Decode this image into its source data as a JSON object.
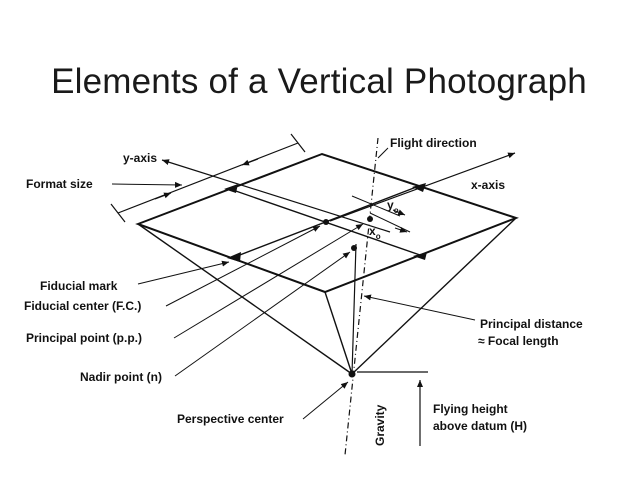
{
  "title": "Elements of a Vertical Photograph",
  "labels": {
    "y_axis": "y-axis",
    "flight_direction": "Flight direction",
    "format_size": "Format size",
    "x_axis": "x-axis",
    "y_o": "y",
    "x_o": "x",
    "sub_o": "o",
    "fiducial_mark": "Fiducial mark",
    "fiducial_center": "Fiducial center (F.C.)",
    "principal_point": "Principal point (p.p.)",
    "principal_distance": "Principal distance",
    "focal_length": "≈ Focal length",
    "nadir_point": "Nadir point (n)",
    "perspective_center": "Perspective center",
    "gravity": "Gravity",
    "flying_height_1": "Flying height",
    "flying_height_2": "above datum (H)"
  }
}
